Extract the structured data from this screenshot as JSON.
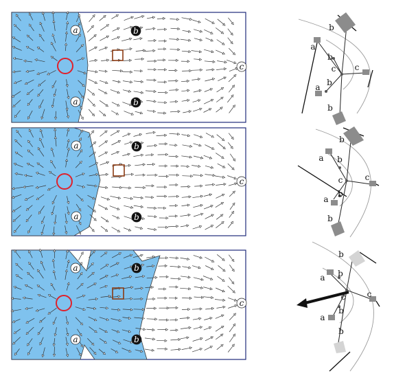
{
  "labels": {
    "a": "a",
    "b": "b",
    "c": "c"
  },
  "colors": {
    "frame": "#1f2a7a",
    "region_fill": "#7fc2ee",
    "source_ring": "#e0202a",
    "probe_box": "#8a3a12",
    "arrow": "#333333",
    "plate_dark": "#8c8c8c",
    "plate_light": "#d4d4d4"
  },
  "panels": [
    {
      "id": "top",
      "field_labels": [
        {
          "key": "a",
          "style": "open"
        },
        {
          "key": "a",
          "style": "open"
        },
        {
          "key": "b",
          "style": "filled"
        },
        {
          "key": "b",
          "style": "filled"
        },
        {
          "key": "c",
          "style": "open"
        }
      ],
      "vector_labels": [
        "b",
        "a",
        "b",
        "c",
        "c",
        "b",
        "a",
        "b"
      ]
    },
    {
      "id": "middle",
      "field_labels": [
        {
          "key": "a",
          "style": "open"
        },
        {
          "key": "a",
          "style": "open"
        },
        {
          "key": "b",
          "style": "filled"
        },
        {
          "key": "b",
          "style": "filled"
        },
        {
          "key": "c",
          "style": "open"
        }
      ],
      "vector_labels": [
        "b",
        "a",
        "b",
        "c",
        "c",
        "b",
        "a",
        "b"
      ]
    },
    {
      "id": "bottom",
      "field_labels": [
        {
          "key": "a",
          "style": "open"
        },
        {
          "key": "a",
          "style": "open"
        },
        {
          "key": "b",
          "style": "filled"
        },
        {
          "key": "b",
          "style": "filled"
        },
        {
          "key": "c",
          "style": "open"
        }
      ],
      "vector_labels": [
        "b",
        "a",
        "b",
        "c",
        "c",
        "b",
        "a",
        "b"
      ]
    }
  ]
}
